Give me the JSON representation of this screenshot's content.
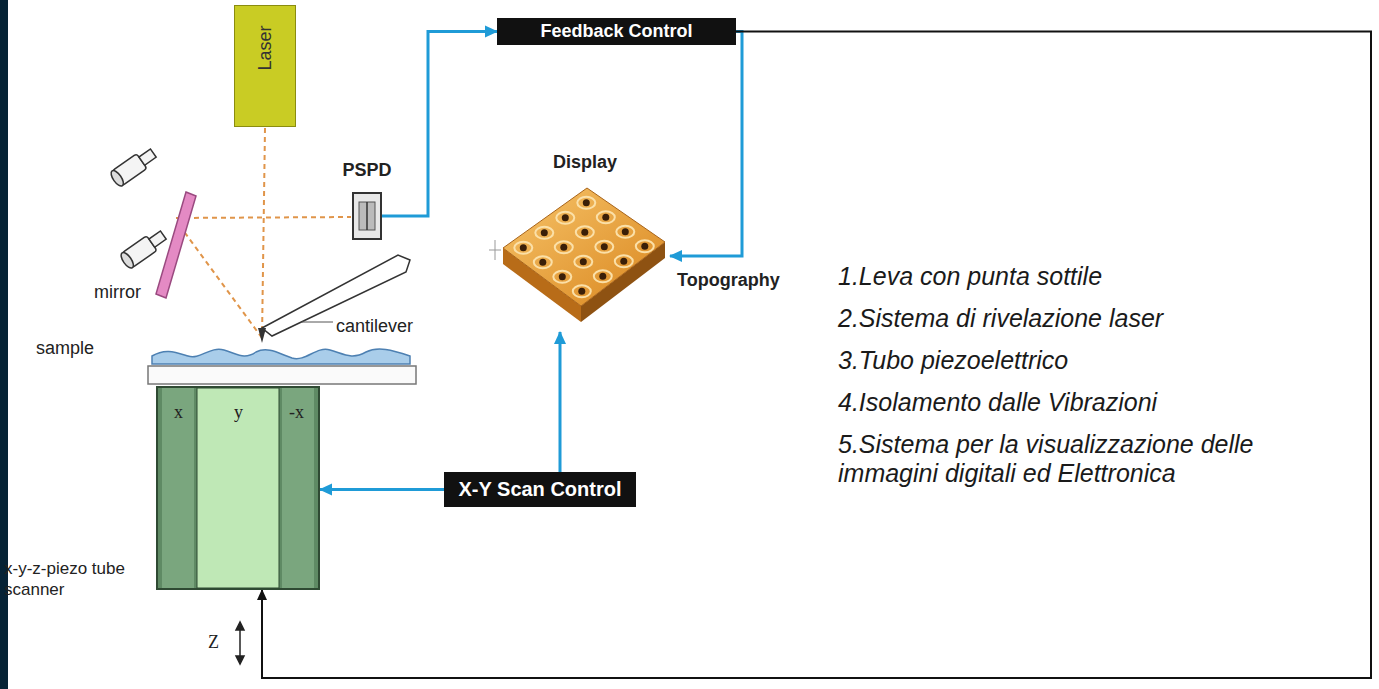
{
  "diagram": {
    "nodes": [
      {
        "text": [
          "Laser"
        ]
      },
      {
        "text": [
          "Feedback Control"
        ]
      },
      {
        "text": [
          "PSPD"
        ]
      },
      {
        "text": [
          "Display"
        ]
      },
      {
        "text": [
          "X-Y Scan Control"
        ]
      },
      {
        "text": [
          "x-y-z-piezo tube scanner"
        ]
      }
    ],
    "edges": [
      {
        "from": 2,
        "to": 1,
        "arrow": "to"
      },
      {
        "from": 1,
        "to": 3,
        "arrow": "to"
      },
      {
        "from": 4,
        "to": 3,
        "arrow": "to"
      },
      {
        "from": 4,
        "to": 5,
        "arrow": "to"
      },
      {
        "from": 1,
        "to": 5,
        "arrow": "to"
      }
    ],
    "labels": [
      "mirror",
      "cantilever",
      "sample",
      "Topography",
      "x",
      "y",
      "-x",
      "Z",
      "1.Leva con punta sottile",
      "2.Sistema di rivelazione laser",
      "3.Tubo piezoelettrico",
      "4.Isolamento dalle Vibrazioni",
      "5.Sistema per la visualizzazione delle immagini digitali ed Elettronica"
    ]
  }
}
